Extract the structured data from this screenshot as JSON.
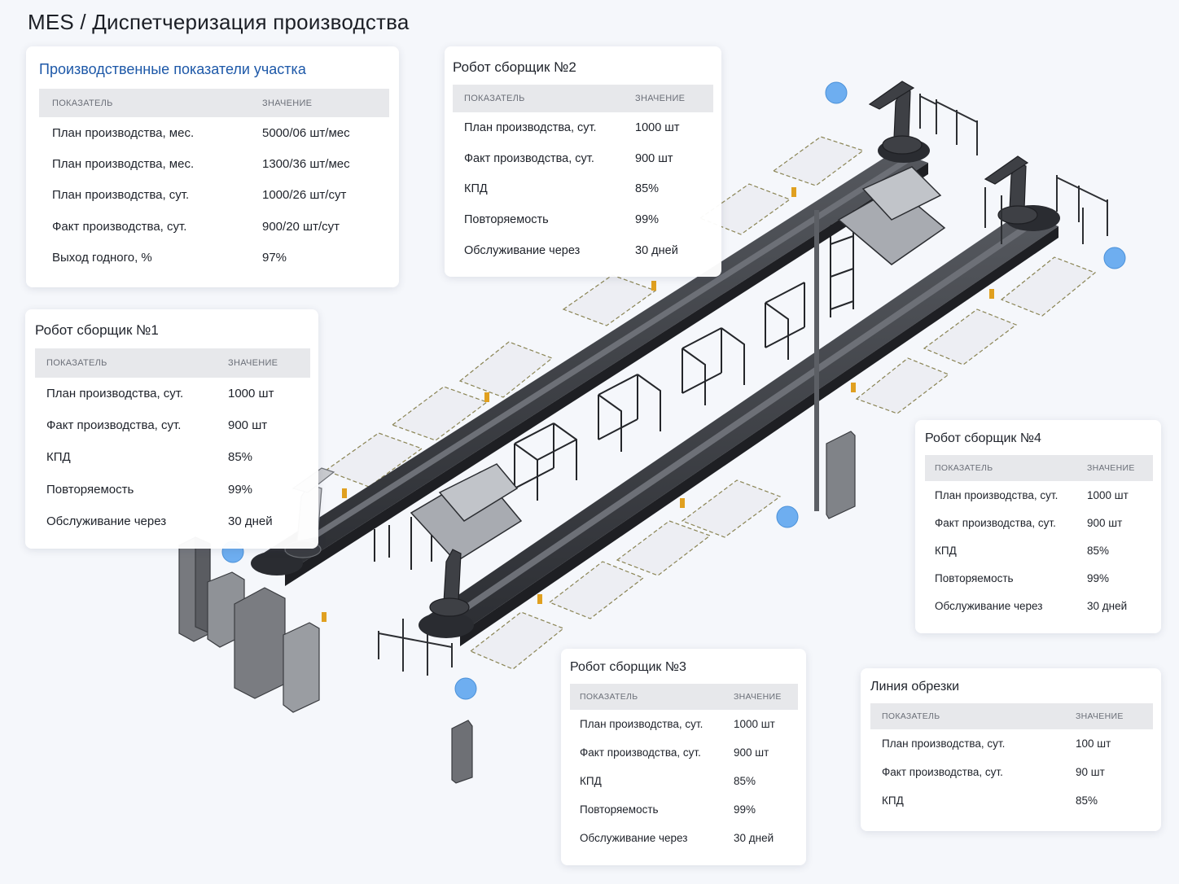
{
  "header": {
    "title": "MES / Диспетчеризация производства"
  },
  "summary": {
    "title": "Производственные показатели участка",
    "col_indicator": "Показатель",
    "col_value": "Значение",
    "rows": [
      {
        "label": "План производства, мес.",
        "value": "5000/06 шт/мес"
      },
      {
        "label": "План производства, мес.",
        "value": "1300/36 шт/мес"
      },
      {
        "label": "План производства, сут.",
        "value": "1000/26 шт/сут"
      },
      {
        "label": "Факт производства, сут.",
        "value": "900/20 шт/сут"
      },
      {
        "label": "Выход годного, %",
        "value": "97%"
      }
    ]
  },
  "robot2": {
    "title": "Робот сборщик №2",
    "col_indicator": "Показатель",
    "col_value": "Значение",
    "rows": [
      {
        "label": "План производства, сут.",
        "value": "1000 шт"
      },
      {
        "label": "Факт производства, сут.",
        "value": "900 шт"
      },
      {
        "label": "КПД",
        "value": "85%"
      },
      {
        "label": "Повторяемость",
        "value": "99%"
      },
      {
        "label": "Обслуживание через",
        "value": "30 дней"
      }
    ]
  },
  "robot1": {
    "title": "Робот сборщик №1",
    "col_indicator": "Показатель",
    "col_value": "Значение",
    "rows": [
      {
        "label": "План производства, сут.",
        "value": "1000 шт"
      },
      {
        "label": "Факт производства, сут.",
        "value": "900 шт"
      },
      {
        "label": "КПД",
        "value": "85%"
      },
      {
        "label": "Повторяемость",
        "value": "99%"
      },
      {
        "label": "Обслуживание через",
        "value": "30 дней"
      }
    ]
  },
  "robot4": {
    "title": "Робот сборщик №4",
    "col_indicator": "Показатель",
    "col_value": "Значение",
    "rows": [
      {
        "label": "План производства, сут.",
        "value": "1000 шт"
      },
      {
        "label": "Факт производства, сут.",
        "value": "900 шт"
      },
      {
        "label": "КПД",
        "value": "85%"
      },
      {
        "label": "Повторяемость",
        "value": "99%"
      },
      {
        "label": "Обслуживание через",
        "value": "30 дней"
      }
    ]
  },
  "robot3": {
    "title": "Робот сборщик №3",
    "col_indicator": "Показатель",
    "col_value": "Значение",
    "rows": [
      {
        "label": "План производства, сут.",
        "value": "1000 шт"
      },
      {
        "label": "Факт производства, сут.",
        "value": "900 шт"
      },
      {
        "label": "КПД",
        "value": "85%"
      },
      {
        "label": "Повторяемость",
        "value": "99%"
      },
      {
        "label": "Обслуживание через",
        "value": "30 дней"
      }
    ]
  },
  "trim_line": {
    "title": "Линия обрезки",
    "col_indicator": "Показатель",
    "col_value": "Значение",
    "rows": [
      {
        "label": "План производства, сут.",
        "value": "100 шт"
      },
      {
        "label": "Факт производства, сут.",
        "value": "90 шт"
      },
      {
        "label": "КПД",
        "value": "85%"
      }
    ]
  },
  "colors": {
    "background": "#f5f7fb",
    "accent_title": "#1d58a8",
    "marker": "#6eaef0",
    "conveyor": "#3b3d42",
    "zone_outline": "#8a8454"
  }
}
